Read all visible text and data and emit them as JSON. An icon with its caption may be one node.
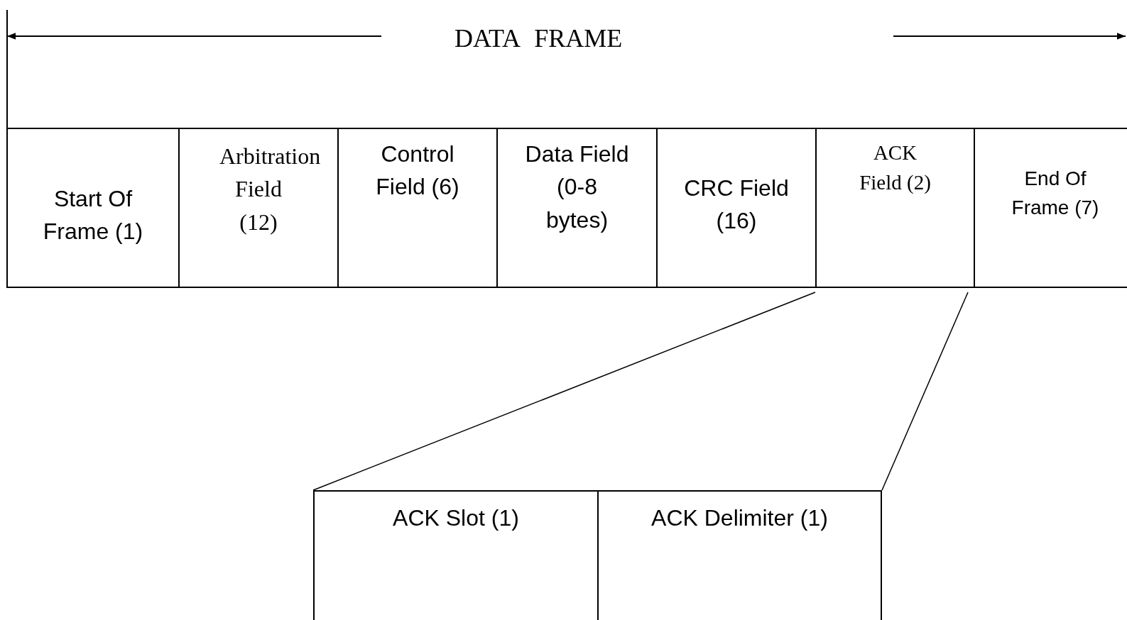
{
  "diagram": {
    "title": "DATA FRAME",
    "nodes": [
      {
        "text": [
          "Start Of Frame (1)"
        ]
      },
      {
        "text": [
          "Arbitration Field (12)"
        ]
      },
      {
        "text": [
          "Control Field (6)"
        ]
      },
      {
        "text": [
          "Data Field (0-8 bytes)"
        ]
      },
      {
        "text": [
          "CRC Field (16)"
        ]
      },
      {
        "text": [
          "ACK Field (2)"
        ]
      },
      {
        "text": [
          "End Of Frame (7)"
        ]
      },
      {
        "text": [
          "ACK Slot (1)"
        ]
      },
      {
        "text": [
          "ACK Delimiter (1)"
        ]
      }
    ],
    "edges": [
      {
        "from": 5,
        "to": 7,
        "arrow": "none"
      },
      {
        "from": 5,
        "to": 8,
        "arrow": "none"
      }
    ]
  }
}
